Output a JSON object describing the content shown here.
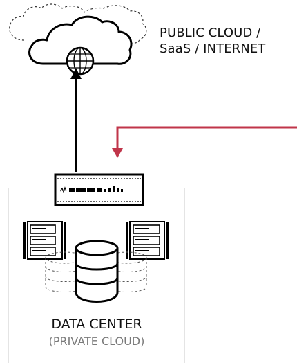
{
  "cloud": {
    "label_line1": "PUBLIC CLOUD /",
    "label_line2": "SaaS / INTERNET"
  },
  "datacenter": {
    "title": "DATA CENTER",
    "subtitle": "(PRIVATE CLOUD)"
  },
  "colors": {
    "red_link": "#c0354a",
    "black_link": "#000000",
    "box_border": "#e4e4e4",
    "subtitle_gray": "#7a7a7a"
  },
  "icons": [
    "cloud-icon",
    "globe-icon",
    "firewall-appliance-icon",
    "server-rack-icon",
    "database-icon"
  ]
}
